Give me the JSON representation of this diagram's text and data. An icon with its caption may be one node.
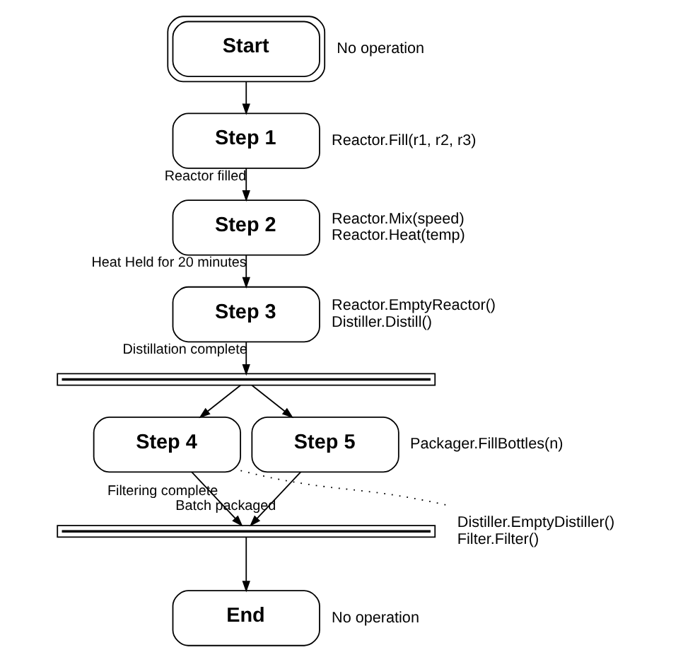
{
  "diagram": {
    "nodes": [
      {
        "text": [
          "Start"
        ],
        "beside": [
          "No operation"
        ]
      },
      {
        "text": [
          "Step 1"
        ],
        "beside": [
          "Reactor.Fill(r1, r2, r3)"
        ]
      },
      {
        "text": [
          "Step 2"
        ],
        "beside": [
          "Reactor.Mix(speed)",
          "Reactor.Heat(temp)"
        ]
      },
      {
        "text": [
          "Step 3"
        ],
        "beside": [
          "Reactor.EmptyReactor()",
          "Distiller.Distill()"
        ]
      },
      {
        "text": [],
        "shape": "bar"
      },
      {
        "text": [
          "Step 4"
        ]
      },
      {
        "text": [
          "Step 5"
        ],
        "beside": [
          "Packager.FillBottles(n)"
        ]
      },
      {
        "text": [
          "Distiller.EmptyDistiller()",
          "Filter.Filter()"
        ]
      },
      {
        "text": [],
        "shape": "bar"
      },
      {
        "text": [
          "End"
        ],
        "beside": [
          "No operation"
        ]
      }
    ],
    "edges": [
      {
        "from": 0,
        "to": 1,
        "arrow": "to"
      },
      {
        "from": 1,
        "to": 2,
        "arrow": "to",
        "label": "Reactor filled"
      },
      {
        "from": 2,
        "to": 3,
        "arrow": "to",
        "label": "Heat Held for 20 minutes"
      },
      {
        "from": 3,
        "to": 4,
        "arrow": "to",
        "label": "Distillation complete"
      },
      {
        "from": 4,
        "to": 5,
        "arrow": "to"
      },
      {
        "from": 4,
        "to": 6,
        "arrow": "to"
      },
      {
        "from": 5,
        "to": 8,
        "arrow": "to",
        "label": "Filtering complete"
      },
      {
        "from": 6,
        "to": 8,
        "arrow": "to",
        "label": "Batch packaged"
      },
      {
        "from": 8,
        "to": 9,
        "arrow": "to"
      },
      {
        "from": 5,
        "to": 7,
        "arrow": "none",
        "style": "dashed"
      }
    ]
  }
}
